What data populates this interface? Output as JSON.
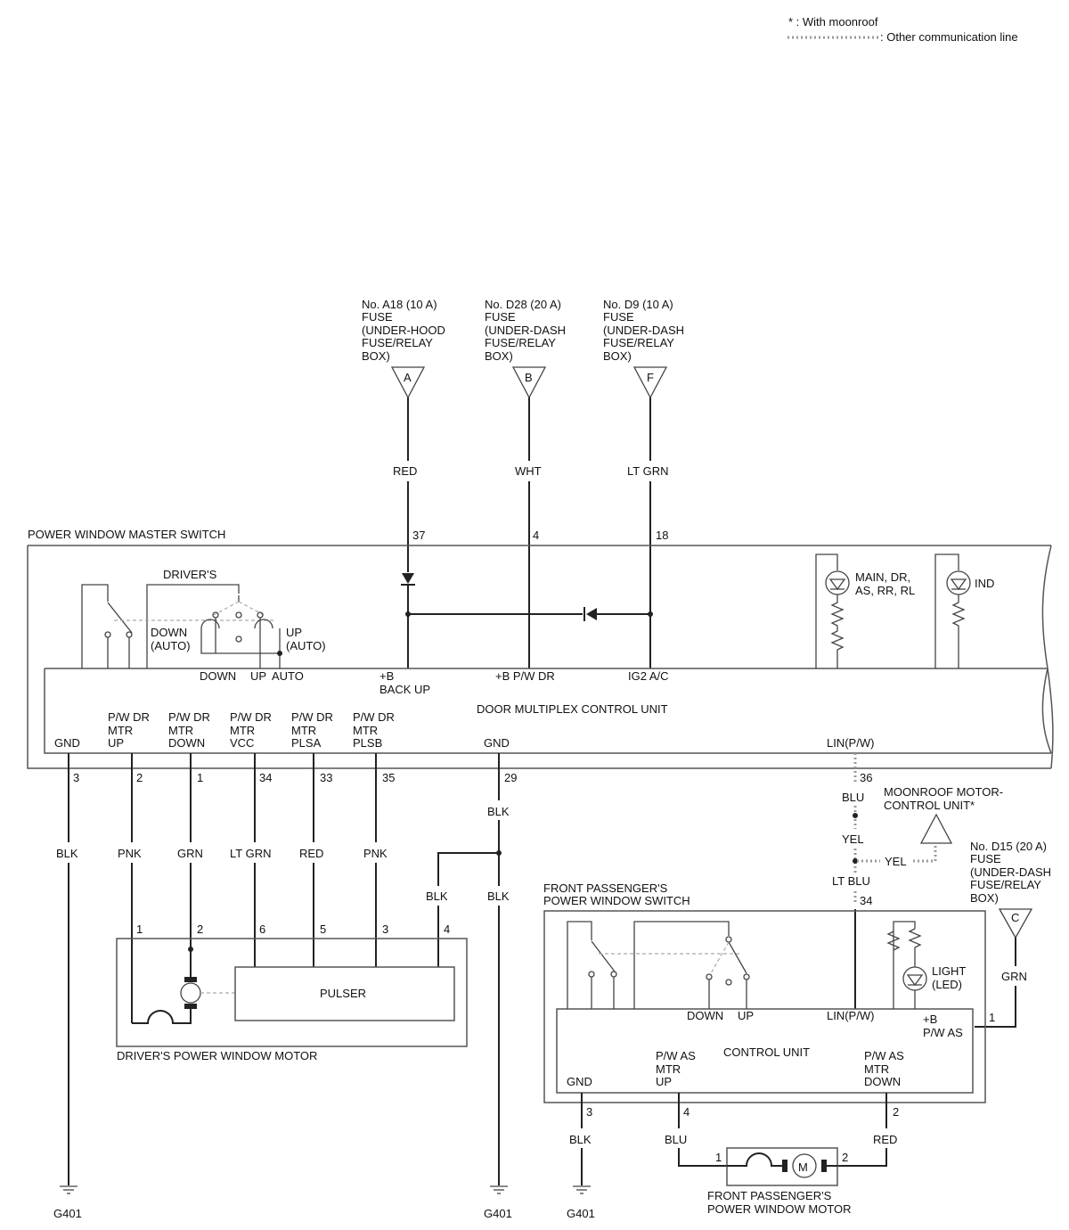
{
  "legend": {
    "moonroof_note": "* : With moonroof",
    "comm_line": ": Other communication line"
  },
  "fuses": {
    "a18": {
      "lines": [
        "No. A18 (10 A)",
        "FUSE",
        "(UNDER-HOOD",
        "FUSE/RELAY",
        "BOX)"
      ],
      "letter": "A",
      "wire": "RED",
      "pin": "37"
    },
    "d28": {
      "lines": [
        "No. D28 (20 A)",
        "FUSE",
        "(UNDER-DASH",
        "FUSE/RELAY",
        "BOX)"
      ],
      "letter": "B",
      "wire": "WHT",
      "pin": "4"
    },
    "d9": {
      "lines": [
        "No. D9 (10 A)",
        "FUSE",
        "(UNDER-DASH",
        "FUSE/RELAY",
        "BOX)"
      ],
      "letter": "F",
      "wire": "LT GRN",
      "pin": "18"
    },
    "d15": {
      "lines": [
        "No. D15 (20 A)",
        "FUSE",
        "(UNDER-DASH",
        "FUSE/RELAY",
        "BOX)"
      ],
      "letter": "C",
      "wire": "GRN",
      "pin": "1"
    }
  },
  "master_switch": {
    "title": "POWER WINDOW MASTER SWITCH",
    "drivers": "DRIVER'S",
    "down_auto": [
      "DOWN",
      "(AUTO)"
    ],
    "up_auto": [
      "UP",
      "(AUTO)"
    ],
    "sw_down": "DOWN",
    "sw_up": "UP",
    "sw_auto": "AUTO",
    "b_backup": [
      "+B",
      "BACK UP"
    ],
    "b_pwdr": "+B P/W DR",
    "ig2": "IG2 A/C",
    "main_leds": [
      "MAIN, DR,",
      "AS, RR, RL"
    ],
    "ind": "IND",
    "unit_name": "DOOR MULTIPLEX CONTROL UNIT",
    "gnd1": "GND",
    "gnd2": "GND",
    "lin": "LIN(P/W)",
    "pins": {
      "up": [
        "P/W DR",
        "MTR",
        "UP"
      ],
      "down": [
        "P/W DR",
        "MTR",
        "DOWN"
      ],
      "vcc": [
        "P/W DR",
        "MTR",
        "VCC"
      ],
      "plsa": [
        "P/W DR",
        "MTR",
        "PLSA"
      ],
      "plsb": [
        "P/W DR",
        "MTR",
        "PLSB"
      ]
    }
  },
  "bottom_wires": [
    {
      "pin": "3",
      "color": "BLK"
    },
    {
      "pin": "2",
      "color": "PNK"
    },
    {
      "pin": "1",
      "color": "GRN"
    },
    {
      "pin": "34",
      "color": "LT GRN"
    },
    {
      "pin": "33",
      "color": "RED"
    },
    {
      "pin": "35",
      "color": "PNK"
    }
  ],
  "gnd29": {
    "pin": "29",
    "color_top": "BLK",
    "color_branch": "BLK",
    "color_main": "BLK"
  },
  "lin_wire": {
    "pin_top": "36",
    "c1": "BLU",
    "c2": "YEL",
    "c3": "LT BLU",
    "pin_bottom": "34",
    "branch": "YEL"
  },
  "moonroof": [
    "MOONROOF MOTOR-",
    "CONTROL UNIT*"
  ],
  "driver_motor": {
    "title": "DRIVER'S POWER WINDOW MOTOR",
    "pulser": "PULSER",
    "pins": [
      "1",
      "2",
      "6",
      "5",
      "3",
      "4"
    ]
  },
  "passenger_switch": {
    "title": [
      "FRONT PASSENGER'S",
      "POWER WINDOW SWITCH"
    ],
    "light": [
      "LIGHT",
      "(LED)"
    ],
    "down": "DOWN",
    "up": "UP",
    "lin": "LIN(P/W)",
    "b_pwas": [
      "+B",
      "P/W AS"
    ],
    "unit_name": "CONTROL UNIT",
    "gnd": "GND",
    "mtr_up": [
      "P/W AS",
      "MTR",
      "UP"
    ],
    "mtr_down": [
      "P/W AS",
      "MTR",
      "DOWN"
    ]
  },
  "passenger_wires": [
    {
      "pin": "3",
      "color": "BLK"
    },
    {
      "pin": "4",
      "color": "BLU"
    },
    {
      "pin": "2",
      "color": "RED"
    }
  ],
  "passenger_motor": {
    "title": [
      "FRONT PASSENGER'S",
      "POWER WINDOW MOTOR"
    ],
    "pin1": "1",
    "pin2": "2",
    "symbol": "M"
  },
  "grounds": [
    "G401",
    "G401",
    "G401"
  ]
}
